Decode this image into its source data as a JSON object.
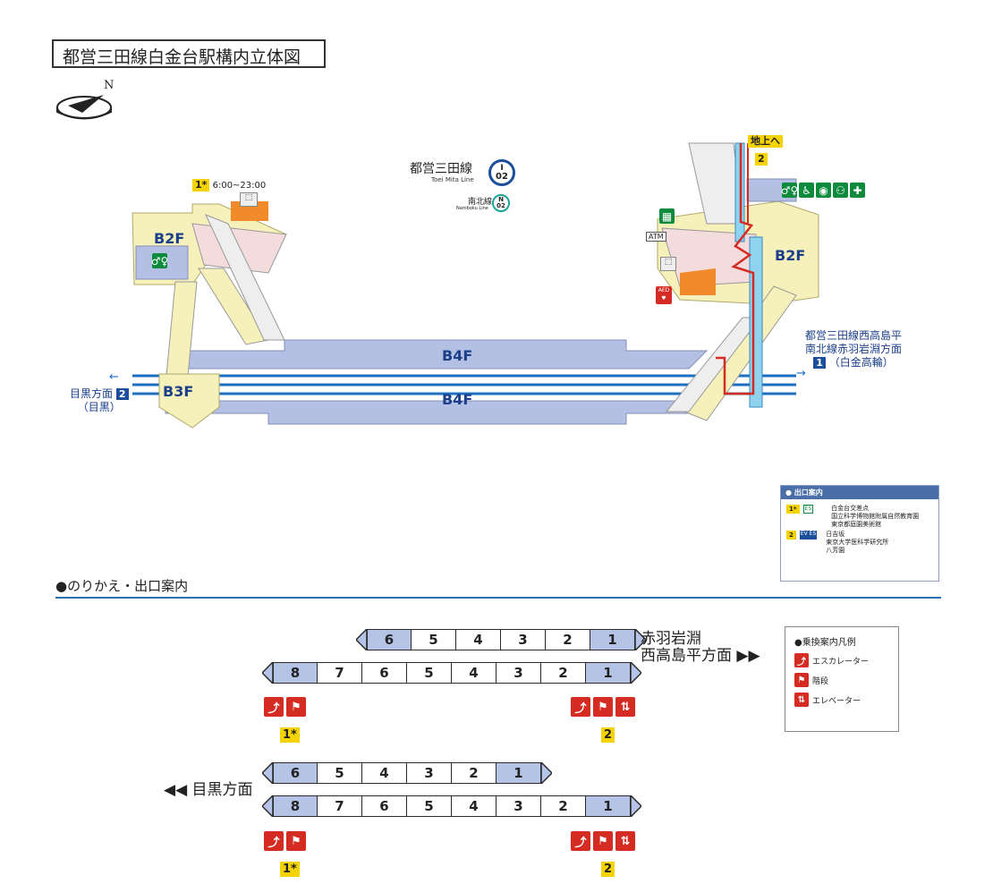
{
  "title": "都営三田線白金台駅構内立体図",
  "compass": {
    "north": "N"
  },
  "lines": {
    "mita_name": "都営三田線",
    "mita_roman": "Toei Mita Line",
    "mita_letter": "I",
    "mita_number": "02",
    "namboku_name": "南北線",
    "namboku_roman": "Namboku Line",
    "namboku_letter": "N",
    "namboku_number": "02"
  },
  "floors": {
    "b2f_left": "B2F",
    "b2f_right": "B2F",
    "b3f": "B3F",
    "b4f_upper": "B4F",
    "b4f_lower": "B4F"
  },
  "exit1": {
    "label": "1*",
    "hours": "6:00~23:00"
  },
  "exit2": {
    "label": "2",
    "to_ground": "地上へ"
  },
  "atm": "ATM",
  "aed": "AED",
  "directions": {
    "right_line1": "都営三田線西高島平",
    "right_line2": "南北線赤羽岩淵方面",
    "right_platform": "1",
    "right_sub": "（白金高輪）",
    "left_main": "目黒方面",
    "left_platform": "2",
    "left_sub": "（目黒）"
  },
  "exit_legend": {
    "header": "出口案内",
    "rows": [
      {
        "exit": "1*",
        "facility": "ES",
        "lines": [
          "白金台交差点",
          "国立科学博物館附属自然教育園",
          "東京都庭園美術館"
        ]
      },
      {
        "exit": "2",
        "facility": "EV ES",
        "lines": [
          "日吉坂",
          "東京大学医科学研究所",
          "八芳園"
        ]
      }
    ]
  },
  "transfer_section": {
    "title": "●のりかえ・出口案内"
  },
  "trains": {
    "row1": [
      "6",
      "5",
      "4",
      "3",
      "2",
      "1"
    ],
    "row2": [
      "8",
      "7",
      "6",
      "5",
      "4",
      "3",
      "2",
      "1"
    ],
    "row3": [
      "6",
      "5",
      "4",
      "3",
      "2",
      "1"
    ],
    "row4": [
      "8",
      "7",
      "6",
      "5",
      "4",
      "3",
      "2",
      "1"
    ],
    "upper_direction_line1": "赤羽岩淵",
    "upper_direction_line2": "西高島平方面 ▶▶",
    "lower_direction": "◀◀ 目黒方面",
    "exit_left": "1*",
    "exit_right": "2"
  },
  "legend": {
    "title": "●乗換案内凡例",
    "escalator": "エスカレーター",
    "stairs": "階段",
    "elevator": "エレベーター"
  },
  "colors": {
    "floor": "#b3bfe3",
    "concourse": "#f6f0ba",
    "platform_line": "#1d6fc0",
    "accent_red": "#d42b23",
    "exit_yellow": "#f5d300"
  }
}
